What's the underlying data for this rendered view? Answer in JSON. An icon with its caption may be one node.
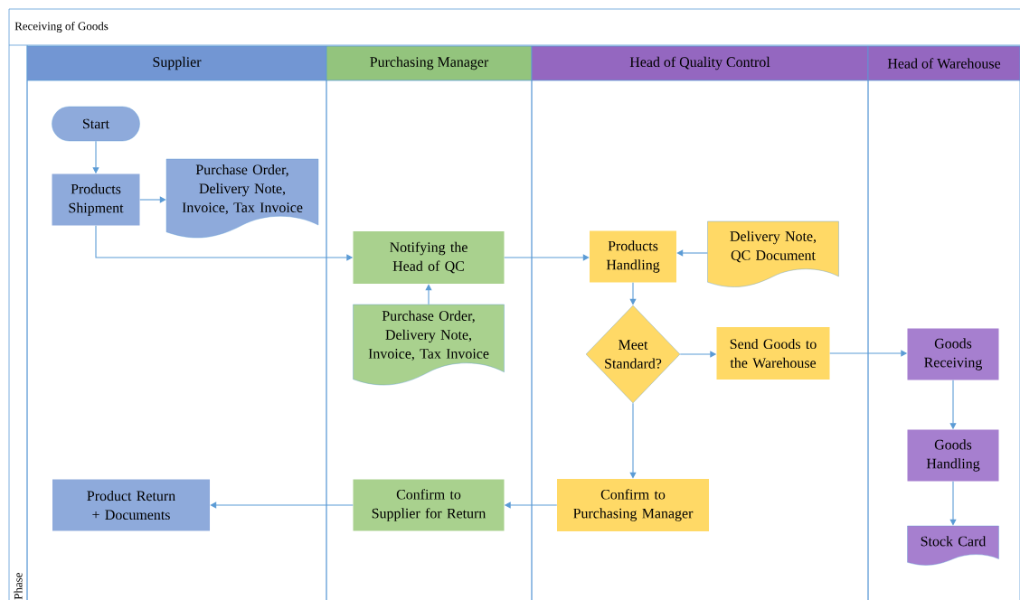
{
  "diagram": {
    "title": "Receiving of Goods",
    "nodes": [
      {
        "text": [
          "Supplier"
        ]
      },
      {
        "text": [
          "Purchasing Manager"
        ]
      },
      {
        "text": [
          "Head of Quality Control"
        ]
      },
      {
        "text": [
          "Head of Warehouse"
        ]
      },
      {
        "text": [
          "Start"
        ],
        "in": 0
      },
      {
        "text": [
          "Products Shipment"
        ],
        "in": 0
      },
      {
        "text": [
          "Purchase Order, Delivery Note, Invoice, Tax Invoice"
        ],
        "in": 0
      },
      {
        "text": [
          "Notifying the Head of QC"
        ],
        "in": 1
      },
      {
        "text": [
          "Purchase Order, Delivery Note, Invoice, Tax Invoice"
        ],
        "in": 1
      },
      {
        "text": [
          "Products Handling"
        ],
        "in": 2
      },
      {
        "text": [
          "Delivery Note, QC Document"
        ],
        "in": 2
      },
      {
        "text": [
          "Meet Standard?"
        ],
        "in": 2
      },
      {
        "text": [
          "Send Goods to the Warehouse"
        ],
        "in": 2
      },
      {
        "text": [
          "Goods Receiving"
        ],
        "in": 3
      },
      {
        "text": [
          "Goods Handling"
        ],
        "in": 3
      },
      {
        "text": [
          "Stock Card"
        ],
        "in": 3
      },
      {
        "text": [
          "Confirm to Purchasing Manager"
        ],
        "in": 2
      },
      {
        "text": [
          "Confirm to Supplier for Return"
        ],
        "in": 1
      },
      {
        "text": [
          "Product Return + Documents"
        ],
        "in": 0
      }
    ],
    "edges": [
      {
        "from": 4,
        "to": 5,
        "arrow": "to"
      },
      {
        "from": 5,
        "to": 6,
        "arrow": "to"
      },
      {
        "from": 5,
        "to": 7,
        "arrow": "to"
      },
      {
        "from": 8,
        "to": 7,
        "arrow": "to"
      },
      {
        "from": 7,
        "to": 9,
        "arrow": "to"
      },
      {
        "from": 10,
        "to": 9,
        "arrow": "to"
      },
      {
        "from": 9,
        "to": 11,
        "arrow": "to"
      },
      {
        "from": 11,
        "to": 12,
        "arrow": "to"
      },
      {
        "from": 12,
        "to": 13,
        "arrow": "to"
      },
      {
        "from": 13,
        "to": 14,
        "arrow": "to"
      },
      {
        "from": 14,
        "to": 15,
        "arrow": "to"
      },
      {
        "from": 11,
        "to": 16,
        "arrow": "to"
      },
      {
        "from": 16,
        "to": 17,
        "arrow": "to"
      },
      {
        "from": 17,
        "to": 18,
        "arrow": "to"
      }
    ],
    "labels": [
      "Phase"
    ]
  }
}
